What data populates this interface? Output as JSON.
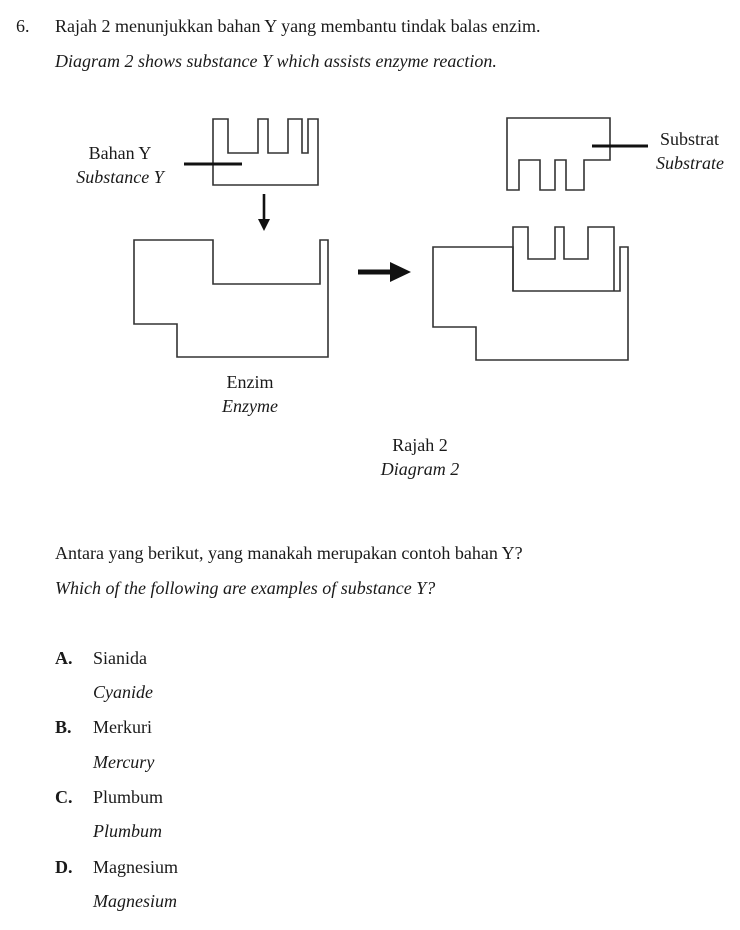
{
  "question": {
    "number": "6.",
    "text_ms": "Rajah 2 menunjukkan bahan Y yang membantu tindak balas enzim.",
    "text_en": "Diagram 2 shows substance Y which assists enzyme reaction."
  },
  "diagram": {
    "label_substance_ms": "Bahan Y",
    "label_substance_en": "Substance Y",
    "label_substrate_ms": "Substrat",
    "label_substrate_en": "Substrate",
    "label_enzyme_ms": "Enzim",
    "label_enzyme_en": "Enzyme",
    "caption_ms": "Rajah 2",
    "caption_en": "Diagram 2"
  },
  "prompt": {
    "text_ms": "Antara yang berikut, yang manakah merupakan contoh bahan Y?",
    "text_en": "Which of the following are examples of substance Y?"
  },
  "options": [
    {
      "letter": "A.",
      "text_ms": "Sianida",
      "text_en": "Cyanide"
    },
    {
      "letter": "B.",
      "text_ms": "Merkuri",
      "text_en": "Mercury"
    },
    {
      "letter": "C.",
      "text_ms": "Plumbum",
      "text_en": "Plumbum"
    },
    {
      "letter": "D.",
      "text_ms": "Magnesium",
      "text_en": "Magnesium"
    }
  ]
}
